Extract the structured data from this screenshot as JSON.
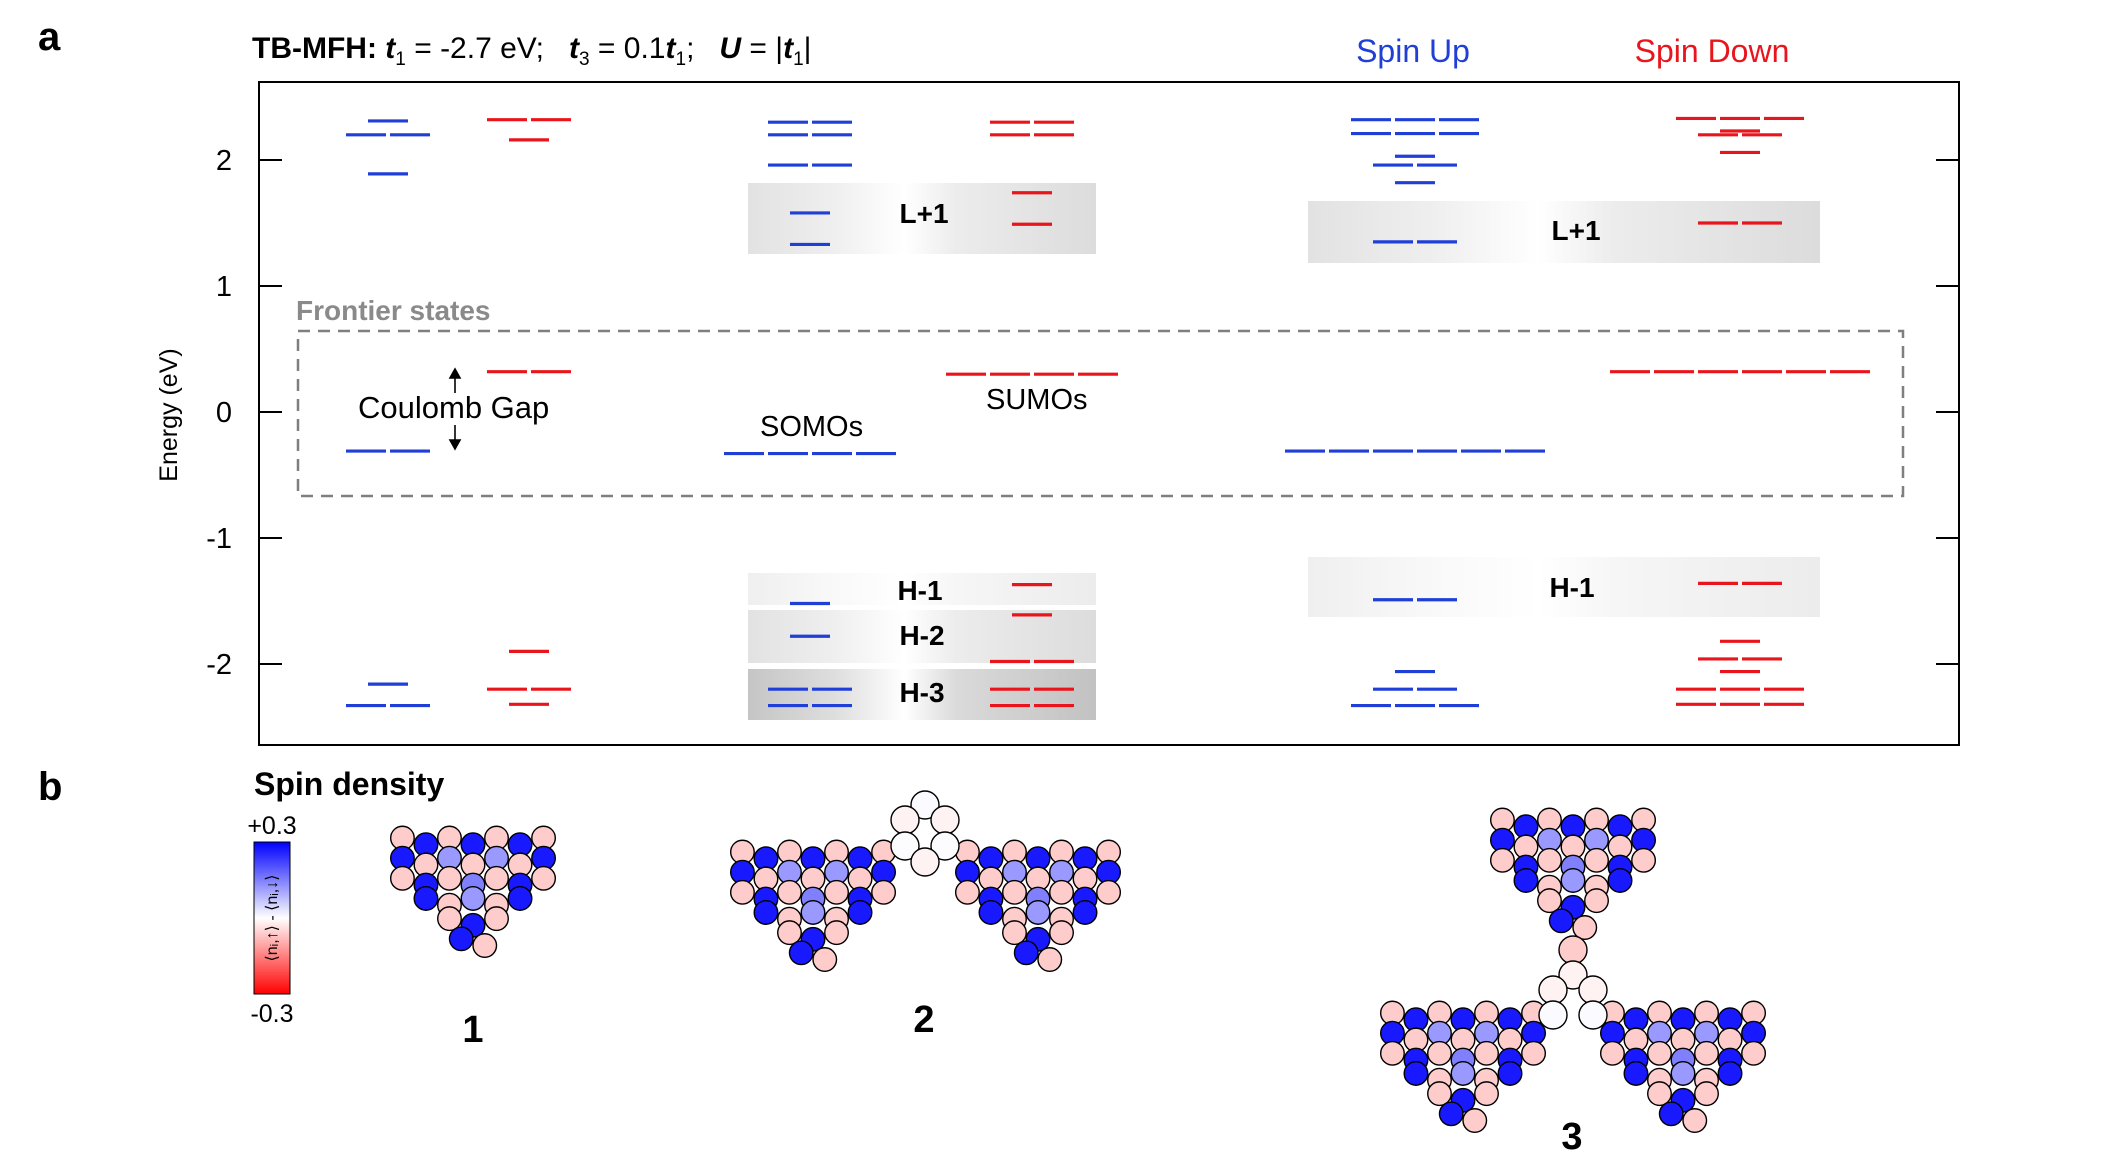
{
  "panel_a": {
    "letter": "a",
    "title_prefix": "TB-MFH: ",
    "t1_symbol": "t",
    "t1_sub": "1",
    "t1_value": " = -2.7 eV;   ",
    "t3_symbol": "t",
    "t3_sub": "3",
    "t3_mid": " = 0.1",
    "t3_ref_symbol": "t",
    "t3_ref_sub": "1",
    "t3_tail": ";   ",
    "u_symbol": "U",
    "u_mid": " = |",
    "u_ref_symbol": "t",
    "u_ref_sub": "1",
    "u_tail": "|",
    "legend_spin_up": "Spin Up",
    "legend_spin_down": "Spin Down",
    "ylabel": "Energy (eV)",
    "frontier_label": "Frontier states",
    "coulomb_gap": "Coulomb Gap",
    "somos": "SOMOs",
    "sumos": "SUMOs",
    "orbital_labels": {
      "mol2_lp1": "L+1",
      "mol2_hm1": "H-1",
      "mol2_hm2": "H-2",
      "mol2_hm3": "H-3",
      "mol3_lp1": "L+1",
      "mol3_hm1": "H-1"
    }
  },
  "panel_b": {
    "letter": "b",
    "title": "Spin density",
    "colorbar_max": "+0.3",
    "colorbar_min": "-0.3",
    "colorbar_label": "⟨nᵢ,↑⟩ - ⟨nᵢ,↓⟩",
    "molecule_labels": [
      "1",
      "2",
      "3"
    ]
  },
  "colors": {
    "spin_up": "#1f3fd6",
    "spin_down": "#e8161c",
    "frame": "#000000",
    "frontier_box": "#7f7f7f"
  },
  "chart_data": {
    "type": "scatter",
    "ylabel": "Energy (eV)",
    "ylim": [
      -2.65,
      2.6
    ],
    "yticks": [
      2,
      1,
      0,
      -1,
      -2
    ],
    "grid": false,
    "legend": "top-right",
    "series": [
      {
        "name": "Spin Up",
        "molecule": "1",
        "values": [
          2.31,
          2.2,
          2.2,
          1.89,
          -0.31,
          -0.31,
          -2.16,
          -2.33,
          -2.33
        ]
      },
      {
        "name": "Spin Down",
        "molecule": "1",
        "values": [
          2.32,
          2.32,
          2.16,
          0.32,
          0.32,
          -1.9,
          -2.2,
          -2.2,
          -2.32
        ]
      },
      {
        "name": "Spin Up",
        "molecule": "2",
        "values": [
          2.3,
          2.3,
          2.2,
          2.2,
          1.96,
          1.96,
          1.58,
          1.33,
          -0.33,
          -0.33,
          -0.33,
          -0.33,
          -1.52,
          -1.78,
          -2.2,
          -2.2,
          -2.33,
          -2.33
        ]
      },
      {
        "name": "Spin Down",
        "molecule": "2",
        "values": [
          2.3,
          2.3,
          2.2,
          2.2,
          1.74,
          1.49,
          0.3,
          0.3,
          0.3,
          0.3,
          -1.37,
          -1.61,
          -1.98,
          -1.98,
          -2.2,
          -2.2,
          -2.33,
          -2.33
        ]
      },
      {
        "name": "Spin Up",
        "molecule": "3",
        "values": [
          2.32,
          2.32,
          2.32,
          2.21,
          2.21,
          2.21,
          2.03,
          1.96,
          1.96,
          1.82,
          1.35,
          1.35,
          -0.31,
          -0.31,
          -0.31,
          -0.31,
          -0.31,
          -0.31,
          -1.49,
          -1.49,
          -2.06,
          -2.2,
          -2.2,
          -2.33,
          -2.33,
          -2.33
        ]
      },
      {
        "name": "Spin Down",
        "molecule": "3",
        "values": [
          2.33,
          2.33,
          2.33,
          2.23,
          2.2,
          2.2,
          2.06,
          1.5,
          1.5,
          0.32,
          0.32,
          0.32,
          0.32,
          0.32,
          0.32,
          -1.36,
          -1.36,
          -1.82,
          -1.96,
          -1.96,
          -2.06,
          -2.2,
          -2.2,
          -2.2,
          -2.32,
          -2.32,
          -2.32
        ]
      }
    ]
  }
}
